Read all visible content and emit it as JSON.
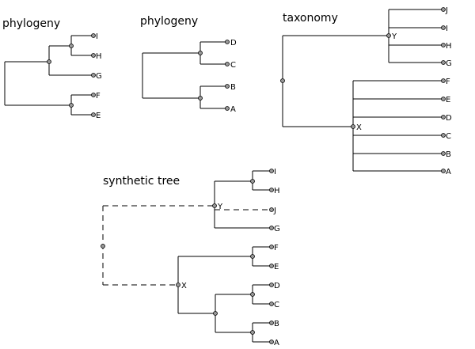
{
  "colors": {
    "line": "#000000",
    "node_fill": "#999999",
    "background": "#ffffff"
  },
  "trees": [
    {
      "id": "phylogeny-1",
      "title": "phylogeny",
      "tips": [
        "I",
        "H",
        "G",
        "F",
        "E"
      ],
      "inner_labels": []
    },
    {
      "id": "phylogeny-2",
      "title": "phylogeny",
      "tips": [
        "D",
        "C",
        "B",
        "A"
      ],
      "inner_labels": []
    },
    {
      "id": "taxonomy",
      "title": "taxonomy",
      "tips": [
        "J",
        "I",
        "H",
        "G",
        "F",
        "E",
        "D",
        "C",
        "B",
        "A"
      ],
      "inner_labels": [
        "Y",
        "X"
      ]
    },
    {
      "id": "synthetic-tree",
      "title": "synthetic tree",
      "tips": [
        "I",
        "H",
        "J",
        "G",
        "F",
        "E",
        "D",
        "C",
        "B",
        "A"
      ],
      "inner_labels": [
        "Y",
        "X"
      ]
    }
  ]
}
